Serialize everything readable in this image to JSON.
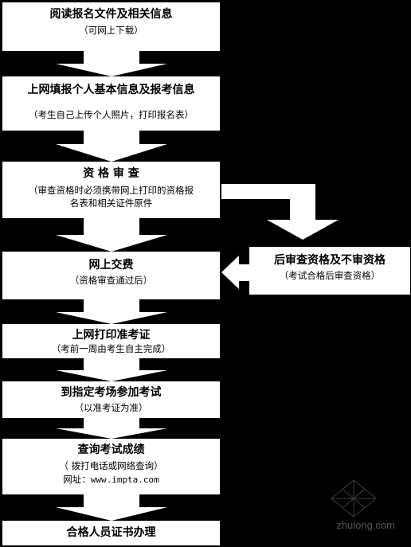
{
  "steps": [
    {
      "title": "阅读报名文件及相关信息",
      "sub": "（可网上下载）"
    },
    {
      "title": "上网填报个人基本信息及报考信息",
      "sub": "（考生自己上传个人照片，打印报名表）"
    },
    {
      "title": "资 格 审 查",
      "sub1": "（审查资格时必须携带网上打印的资格报",
      "sub2": "名表和相关证件原件"
    },
    {
      "title": "网上交费",
      "sub": "（资格审查通过后）"
    },
    {
      "title": "上网打印准考证",
      "sub": "（考前一周由考生自主完成）"
    },
    {
      "title": "到指定考场参加考试",
      "sub": "（以准考证为准）"
    },
    {
      "title": "查询考试成绩",
      "sub": "（ 拨打电话或网络查询）",
      "url_label": "网址：",
      "url": "www.impta.com"
    },
    {
      "title": "合格人员证书办理"
    }
  ],
  "side": {
    "title": "后审查资格及不审资格",
    "sub": "（考试合格后审查资格）"
  },
  "watermark": "zhulong.com"
}
